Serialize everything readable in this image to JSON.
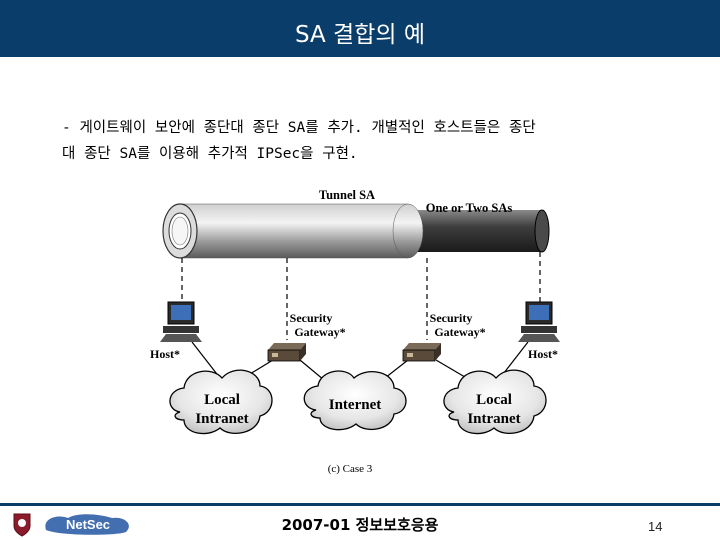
{
  "slide": {
    "title": "SA 결합의 예",
    "body_lines": [
      "- 게이트웨이 보안에 종단대 종단 SA를 추가. 개별적인 호스트들은 종단",
      "대 종단 SA를 이용해 추가적 IPSec을 구현."
    ]
  },
  "diagram": {
    "tunnel_label": "Tunnel SA",
    "inner_label": "One or Two SAs",
    "gateway_label_line1": "Security",
    "gateway_label_line2": "Gateway*",
    "host_label": "Host*",
    "cloud_local_line1": "Local",
    "cloud_local_line2": "Intranet",
    "cloud_internet": "Internet",
    "caption": "(c) Case 3"
  },
  "footer": {
    "logo_text": "NetSec",
    "center_text": "2007-01 정보보호응용",
    "page_number": "14"
  },
  "colors": {
    "title_bar": "#0b3d6b",
    "logo": "#2f5fa8",
    "emblem": "#8b1a2a"
  }
}
